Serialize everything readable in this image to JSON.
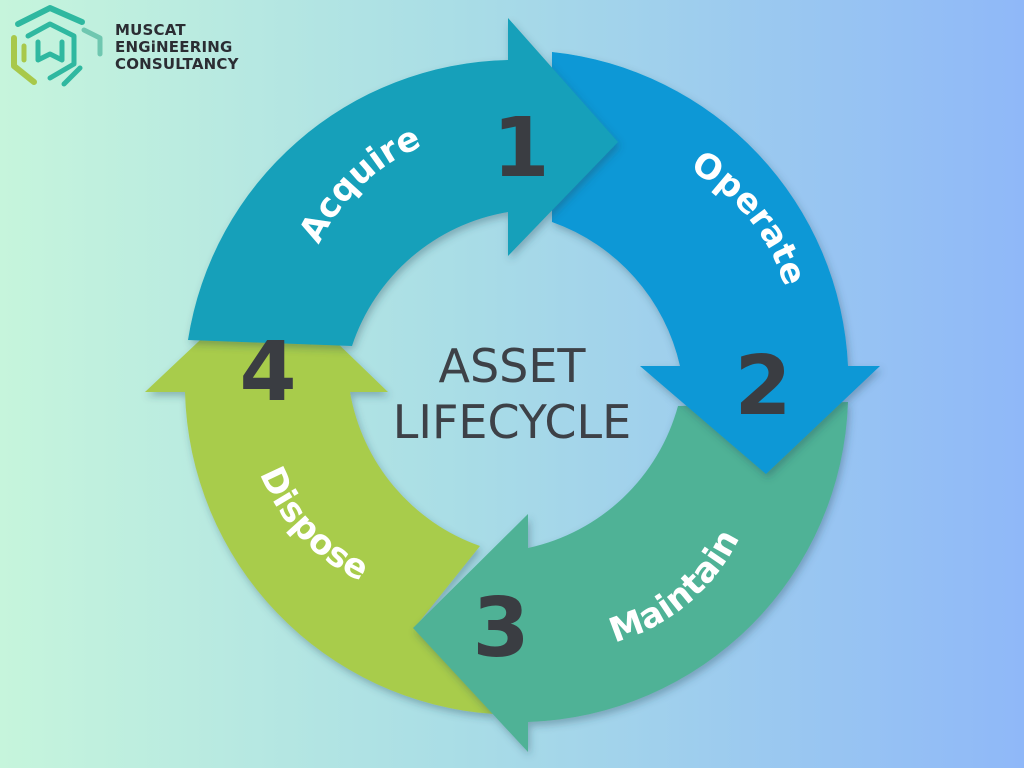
{
  "logo": {
    "lines": [
      "MUSCAT",
      "ENGiNEERING",
      "CONSULTANCY"
    ],
    "mark_color": "#2fb8a0",
    "mark_color_2": "#6fc7b0",
    "accent_color": "#a8c84a"
  },
  "center": {
    "line1": "ASSET",
    "line2": "LIFECYCLE"
  },
  "stages": [
    {
      "number": "1",
      "label": "Acquire",
      "color": "#12a0ba"
    },
    {
      "number": "2",
      "label": "Operate",
      "color": "#0798d6"
    },
    {
      "number": "3",
      "label": "Maintain",
      "color": "#4fb296"
    },
    {
      "number": "4",
      "label": "Dispose",
      "color": "#a8cc4c"
    }
  ],
  "colors": {
    "number_text": "#3a3d42",
    "label_text": "#ffffff"
  }
}
